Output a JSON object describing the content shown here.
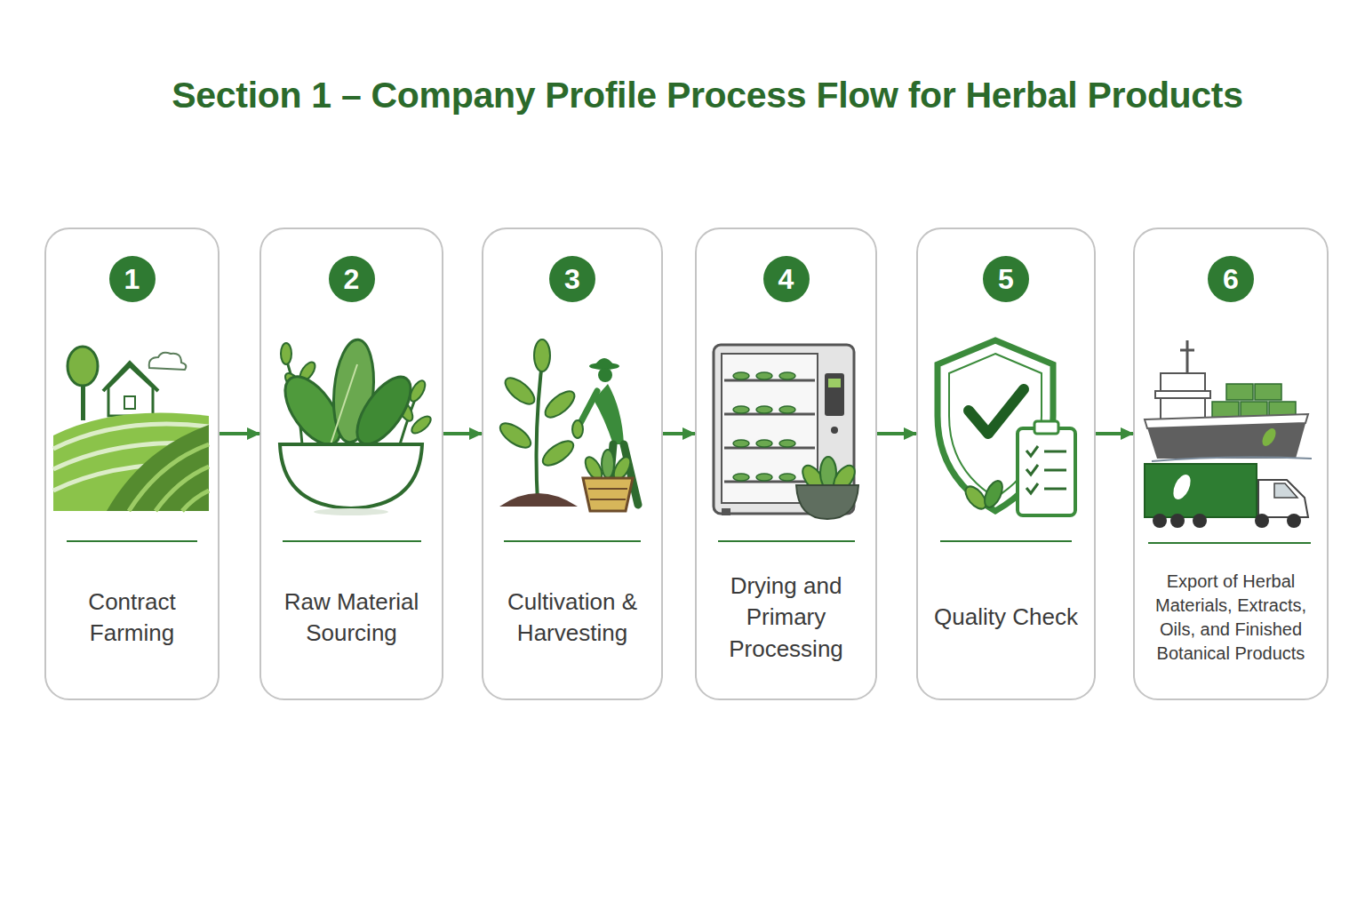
{
  "diagram": {
    "title": "Section 1 – Company Profile Process Flow for Herbal Products",
    "nodes": [
      {
        "text": [
          "Contract Farming"
        ]
      },
      {
        "text": [
          "1"
        ],
        "in": 0
      },
      {
        "text": [
          "Raw Material Sourcing"
        ]
      },
      {
        "text": [
          "2"
        ],
        "in": 2
      },
      {
        "text": [
          "Cultivation & Harvesting"
        ]
      },
      {
        "text": [
          "3"
        ],
        "in": 4
      },
      {
        "text": [
          "Drying and Primary Processing"
        ]
      },
      {
        "text": [
          "4"
        ],
        "in": 6
      },
      {
        "text": [
          "Quality Check"
        ]
      },
      {
        "text": [
          "5"
        ],
        "in": 8
      },
      {
        "text": [
          "Export of Herbal Materials, Extracts, Oils, and Finished Botanical Products"
        ]
      },
      {
        "text": [
          "6"
        ],
        "in": 10
      }
    ],
    "edges": [
      {
        "from": 0,
        "to": 2,
        "arrow": "to"
      },
      {
        "from": 2,
        "to": 4,
        "arrow": "to"
      },
      {
        "from": 4,
        "to": 6,
        "arrow": "to"
      },
      {
        "from": 6,
        "to": 8,
        "arrow": "to"
      },
      {
        "from": 8,
        "to": 10,
        "arrow": "to"
      }
    ]
  }
}
